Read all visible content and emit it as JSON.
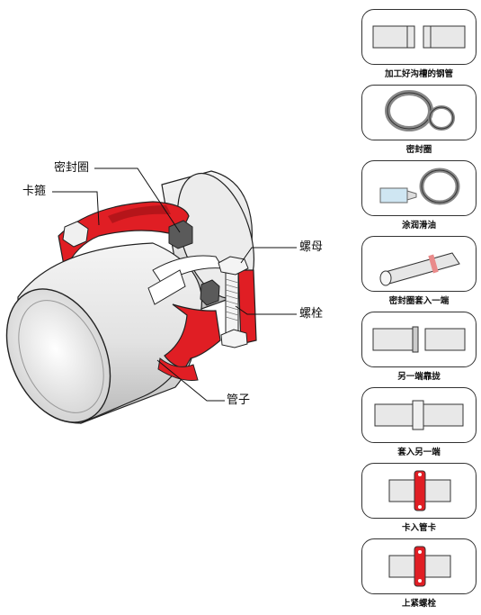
{
  "callouts": {
    "seal_ring": "密封圈",
    "clamp": "卡箍",
    "nut": "螺母",
    "bolt": "螺栓",
    "pipe": "管子"
  },
  "steps": [
    {
      "label": "加工好沟槽的钢管",
      "icon": "grooved-pipes"
    },
    {
      "label": "密封圈",
      "icon": "seal-rings"
    },
    {
      "label": "涂润滑油",
      "icon": "lubricant-tube"
    },
    {
      "label": "密封圈套入一端",
      "icon": "seal-on-pipe"
    },
    {
      "label": "另一端靠拢",
      "icon": "pipes-aligned"
    },
    {
      "label": "套入另一端",
      "icon": "seal-covering-joint"
    },
    {
      "label": "卡入管卡",
      "icon": "clamp-on-joint"
    },
    {
      "label": "上紧螺栓",
      "icon": "clamp-tightened"
    }
  ],
  "colors": {
    "clamp_red": "#e01e24",
    "pipe_gray": "#dcdcdc",
    "outline": "#222222"
  }
}
